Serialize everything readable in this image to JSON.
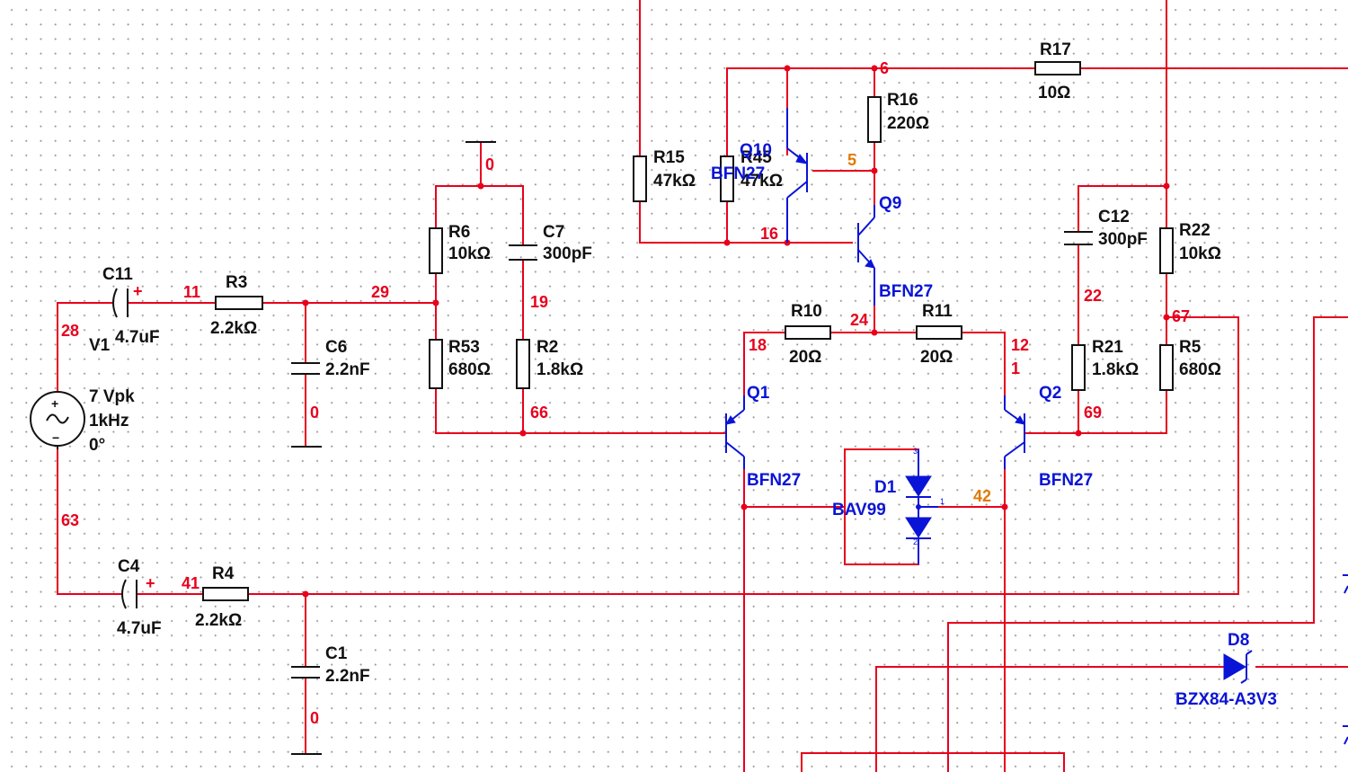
{
  "components": {
    "R17": {
      "ref": "R17",
      "value": "10Ω"
    },
    "R16": {
      "ref": "R16",
      "value": "220Ω"
    },
    "R15": {
      "ref": "R15",
      "value": "47kΩ"
    },
    "R45": {
      "ref": "R45",
      "value": "47kΩ"
    },
    "R6": {
      "ref": "R6",
      "value": "10kΩ"
    },
    "C7": {
      "ref": "C7",
      "value": "300pF"
    },
    "C11": {
      "ref": "C11",
      "value": "4.7uF"
    },
    "R3": {
      "ref": "R3",
      "value": "2.2kΩ"
    },
    "C6": {
      "ref": "C6",
      "value": "2.2nF"
    },
    "R53": {
      "ref": "R53",
      "value": "680Ω"
    },
    "R2": {
      "ref": "R2",
      "value": "1.8kΩ"
    },
    "R10": {
      "ref": "R10",
      "value": "20Ω"
    },
    "R11": {
      "ref": "R11",
      "value": "20Ω"
    },
    "C12": {
      "ref": "C12",
      "value": "300pF"
    },
    "R22": {
      "ref": "R22",
      "value": "10kΩ"
    },
    "R21": {
      "ref": "R21",
      "value": "1.8kΩ"
    },
    "R5": {
      "ref": "R5",
      "value": "680Ω"
    },
    "C4": {
      "ref": "C4",
      "value": "4.7uF"
    },
    "R4": {
      "ref": "R4",
      "value": "2.2kΩ"
    },
    "C1": {
      "ref": "C1",
      "value": "2.2nF"
    },
    "V1": {
      "ref": "V1",
      "amplitude": "7 Vpk",
      "frequency": "1kHz",
      "phase": "0°"
    },
    "Q1": {
      "ref": "Q1",
      "model": "BFN27"
    },
    "Q2": {
      "ref": "Q2",
      "model": "BFN27"
    },
    "Q9": {
      "ref": "Q9",
      "model": "BFN27"
    },
    "Q10": {
      "ref": "Q10",
      "model": "BFN27"
    },
    "D1": {
      "ref": "D1",
      "model": "BAV99",
      "pin_top": "3",
      "pin_mid": "1",
      "pin_bot": "2"
    },
    "D8": {
      "ref": "D8",
      "model": "BZX84-A3V3"
    }
  },
  "nets": {
    "n0a": "0",
    "n0b": "0",
    "n0c": "0",
    "n1": "1",
    "n5": "5",
    "n6": "6",
    "n11": "11",
    "n12": "12",
    "n16": "16",
    "n18": "18",
    "n19": "19",
    "n22": "22",
    "n24": "24",
    "n28": "28",
    "n29": "29",
    "n41": "41",
    "n42": "42",
    "n63": "63",
    "n66": "66",
    "n67": "67",
    "n69": "69"
  },
  "symbols": {
    "plus": "+",
    "minus": "−"
  },
  "colors": {
    "wire": "#e8001c",
    "component": "#111111",
    "transistor": "#0a14d6",
    "net_label": "#e8001c",
    "net_label_alt": "#e07a00"
  }
}
